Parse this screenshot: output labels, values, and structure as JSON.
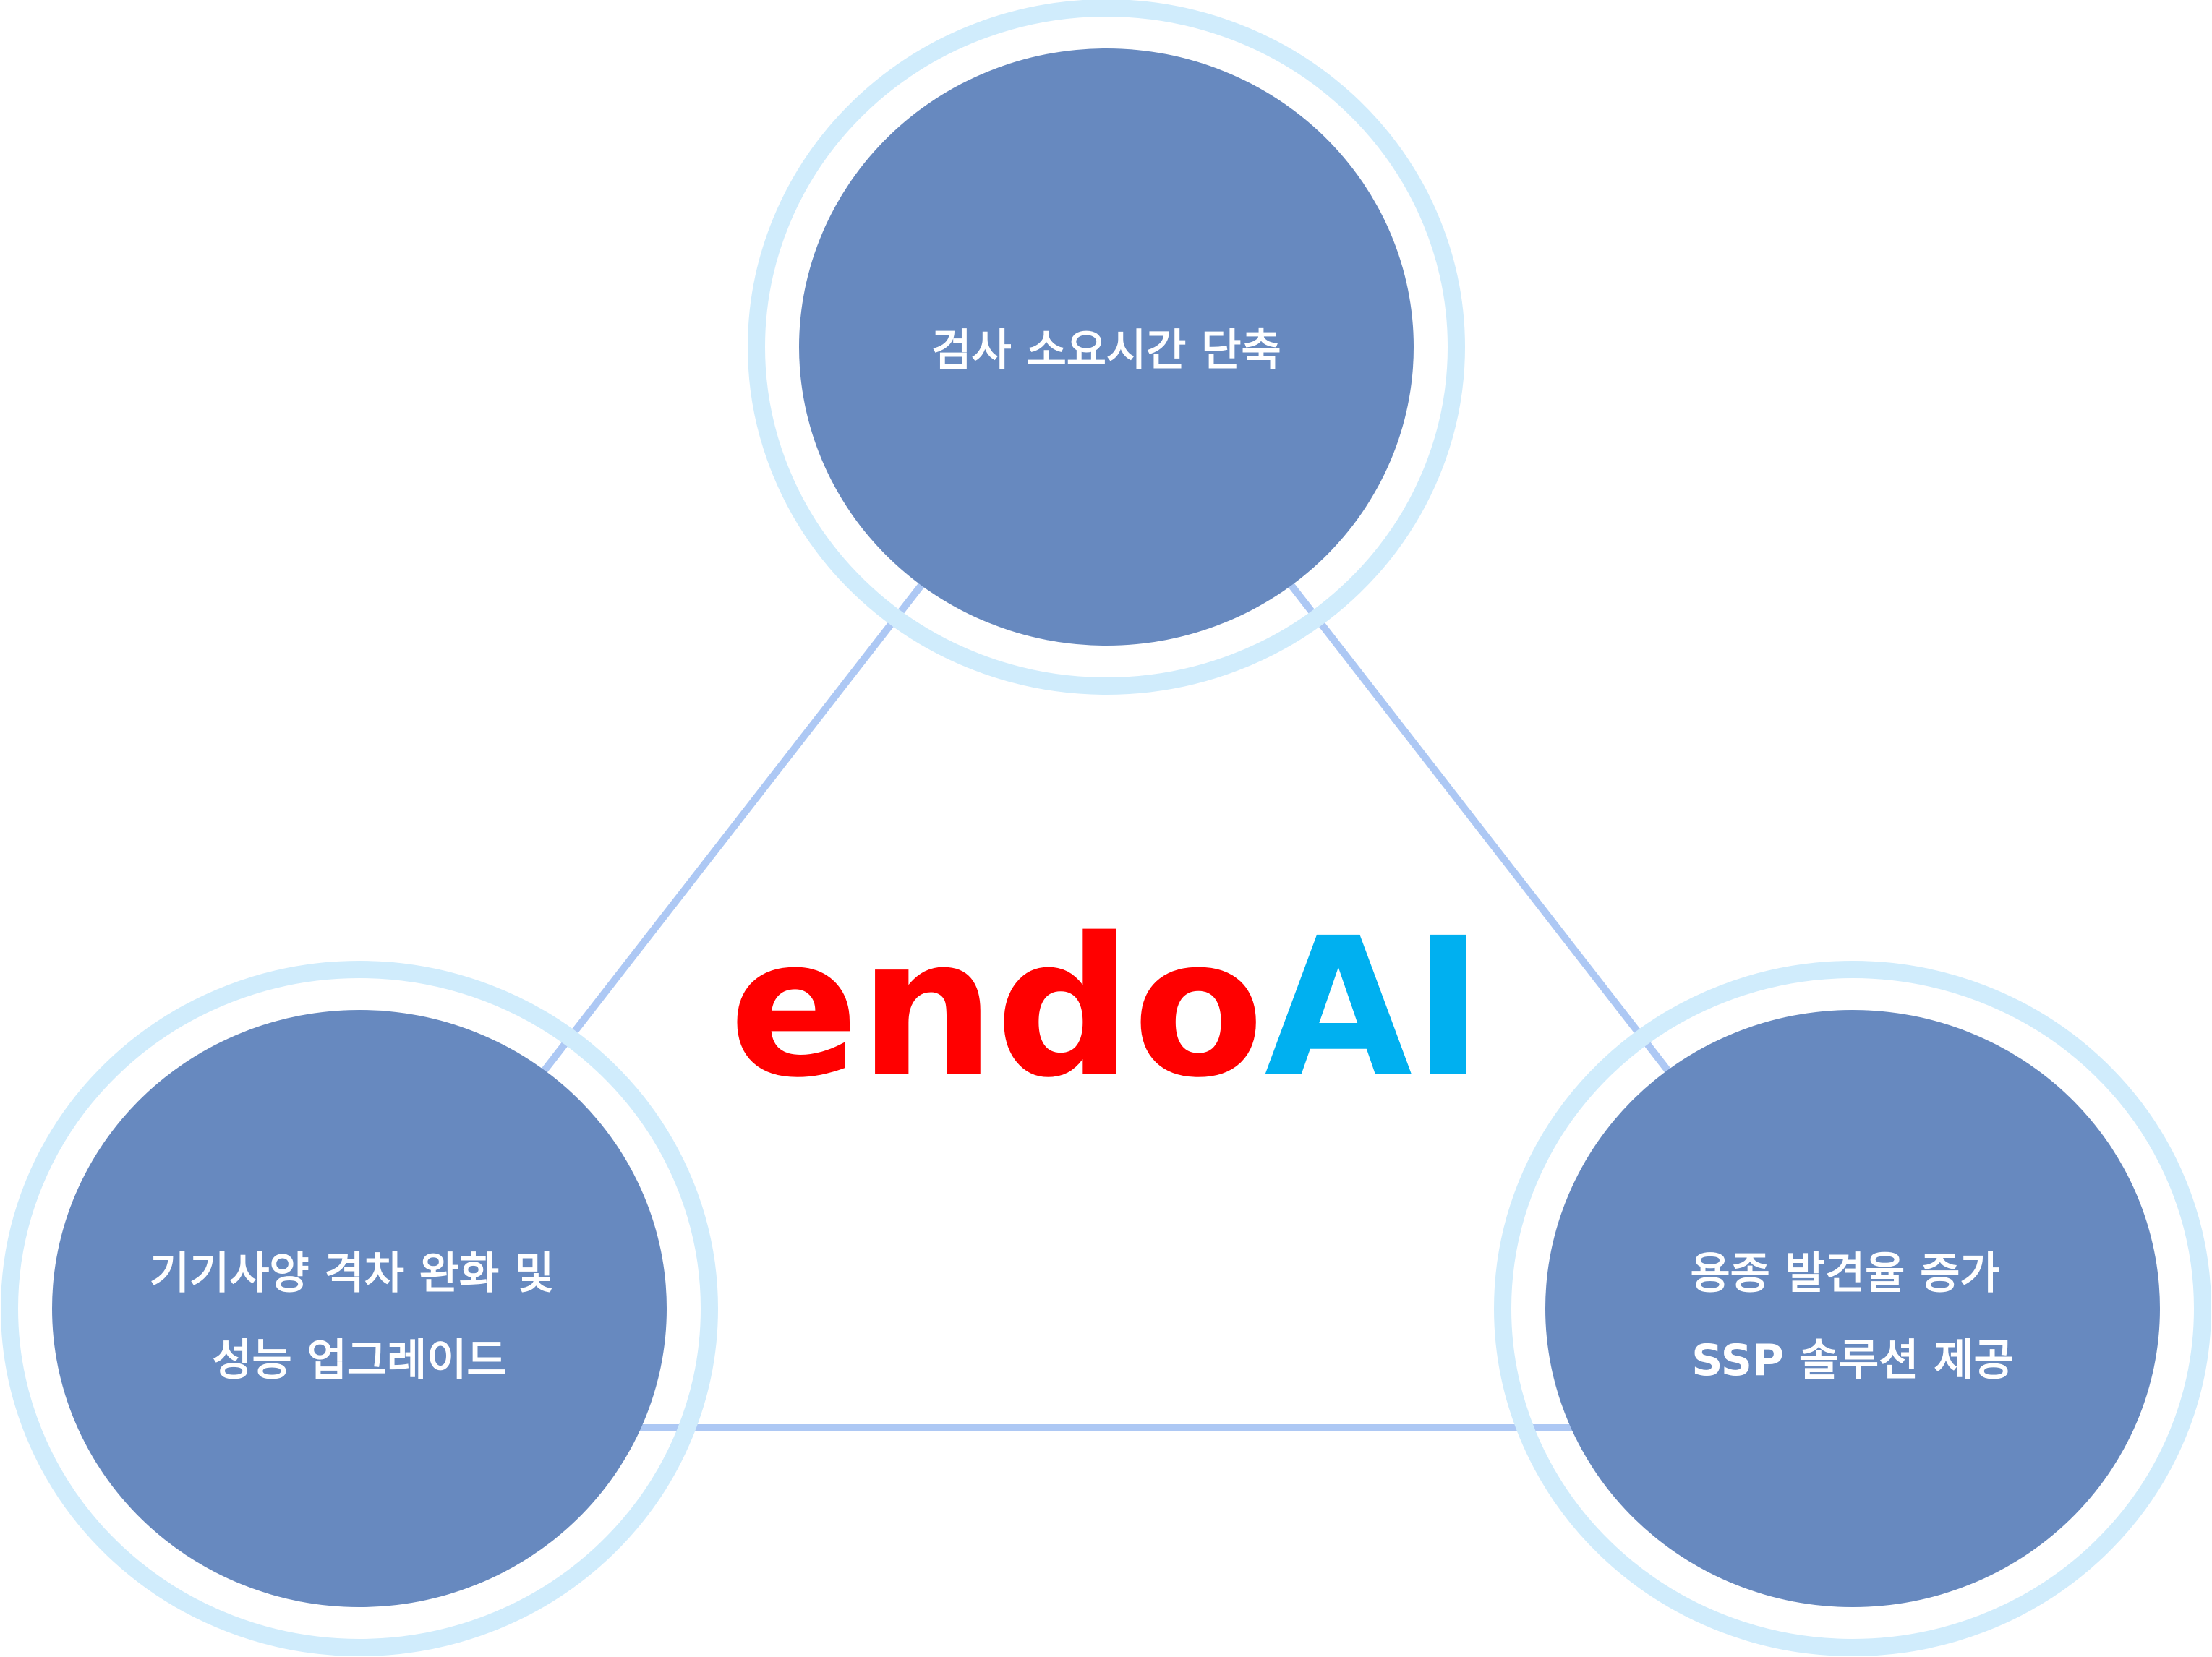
{
  "logo": {
    "part1": "endo",
    "part2": "AI",
    "color1": "#ff0000",
    "color2": "#00b0f0"
  },
  "colors": {
    "circle_fill": "#6789bf",
    "ring": "#d0ecfc",
    "connector": "#adc8f4",
    "label": "#ffffff"
  },
  "nodes": [
    {
      "lines": [
        "검사 소요시간 단축"
      ]
    },
    {
      "lines": [
        "기기사양 격차 완화 및",
        "성능 업그레이드"
      ]
    },
    {
      "lines": [
        "용종 발견율 증가",
        "SSP 솔루션 제공"
      ]
    }
  ]
}
